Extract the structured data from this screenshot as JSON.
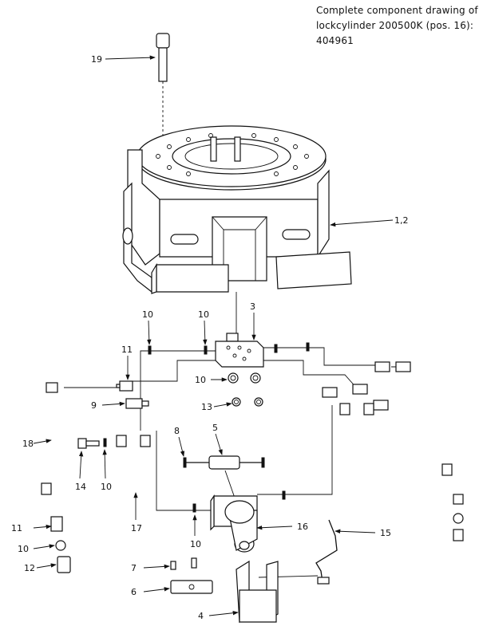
{
  "title_lines": [
    "Complete component drawing of",
    "lockcylinder 200500K (pos. 16):",
    "404961"
  ],
  "callouts": {
    "c19": "19",
    "c1_2": "1,2",
    "c3": "3",
    "c10_a": "10",
    "c10_b": "10",
    "c10_c": "10",
    "c10_d": "10",
    "c10_e": "10",
    "c10_f": "10",
    "c11_a": "11",
    "c11_b": "11",
    "c9": "9",
    "c13": "13",
    "c18": "18",
    "c8": "8",
    "c5": "5",
    "c14": "14",
    "c17": "17",
    "c16": "16",
    "c15": "15",
    "c12": "12",
    "c7": "7",
    "c6": "6",
    "c4": "4"
  }
}
